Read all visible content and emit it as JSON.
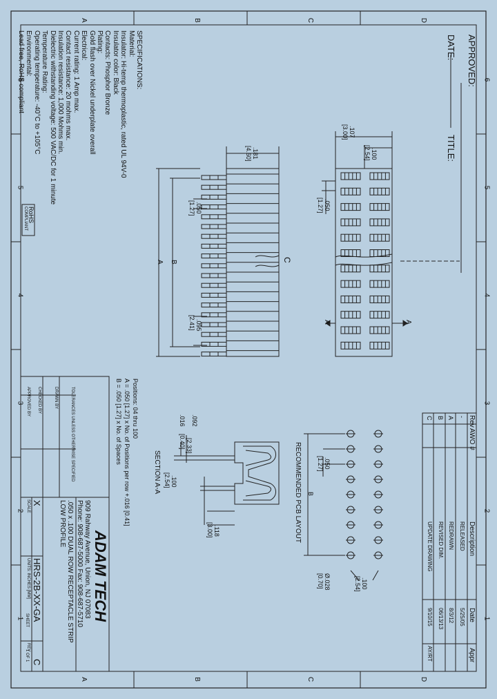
{
  "zones": {
    "letters_top": [
      "A",
      "B",
      "C",
      "D"
    ],
    "letters_bottom": [
      "A",
      "B",
      "C",
      "D"
    ],
    "numbers_left": [
      "6",
      "5",
      "4",
      "3",
      "2",
      "1"
    ],
    "numbers_right": [
      "6",
      "5",
      "4",
      "3",
      "2",
      "1"
    ]
  },
  "approval": {
    "approved": "APPROVED:",
    "date": "DATE:",
    "title": "TITLE:"
  },
  "revision_table": {
    "headers": [
      "Rev",
      "AWO #",
      "Description",
      "Date",
      "Appr"
    ],
    "rows": [
      [
        "-",
        "",
        "RELEASED",
        "5/25/05",
        ""
      ],
      [
        "A",
        "",
        "REDRAWN",
        "8/3/12",
        ""
      ],
      [
        "B",
        "",
        "REVISED DIM.",
        "06/13/13",
        ""
      ],
      [
        "C",
        "",
        "UPDATE DRAWING",
        "9/10/15",
        "AY/RT"
      ]
    ]
  },
  "specifications": [
    "SPECIFICATIONS:",
    "Material:",
    "Insulator: Hi-temp thermoplastic, rated UL 94V-0",
    "Insulator color: Black",
    "Contacts: Phosphor Bronze",
    "Plating:",
    "Gold flash over Nickel underplate overall",
    "Electrical:",
    "Current rating: 1 Amp max.",
    "Contact resistance: 20 mohms max.",
    "Insulation resistance: 1,000 Mohms min.",
    "Dielectric withstanding voltage: 500 VAC/DC for 1 minute",
    "Temperature Rating:",
    "Operating temperature: -40°C to +105°C",
    "Environmental:",
    "Lead free, RoHS compliant"
  ],
  "rohs": {
    "line1": "RoHS",
    "line2": "COMPLIANT"
  },
  "dimensions": {
    "pitch_107": ".107",
    "pitch_107_mm": "[3.00]",
    "pitch_100": ".100",
    "pitch_100_mm": "[2.54]",
    "pitch_050": ".050",
    "pitch_050_mm": "[1.27]",
    "height_181": ".181",
    "height_181_mm": "[4.60]",
    "dim_050b": ".050",
    "dim_050b_mm": "[1.27]",
    "dim_095": ".095",
    "dim_095_mm": "[2.41]",
    "dim_a": "A",
    "dim_b": "B",
    "dim_c": "C",
    "section_a": "A",
    "pcb_050": ".050",
    "pcb_050_mm": "[1.27]",
    "pcb_100": ".100",
    "pcb_100_mm": "[2.54]",
    "pcb_028": "Ø.028",
    "pcb_028_mm": "[0.70]",
    "pcb_b": "B",
    "sec_092": ".092",
    "sec_092_mm": "[2.33]",
    "sec_016": ".016",
    "sec_016_mm": "[0.40]",
    "sec_100": ".100",
    "sec_100_mm": "[2.54]",
    "sec_118": ".118",
    "sec_118_mm": "[3.00]"
  },
  "labels": {
    "pcb_layout": "RECOMMENDED PCB LAYOUT",
    "section_aa": "SECTION A-A"
  },
  "positions_note": [
    "Positions: 04 thru 100",
    "A = .050 [1.27] x No. of Positions per row +.016 [0.41]",
    "B = .050 [1.27] x No. of Spaces"
  ],
  "title_block": {
    "company": "ADAM TECH",
    "address": "909 Rahway Avenue, Union, NJ 07083",
    "phone": "Phone: 908-687-5000 Fax: 908-687-5710",
    "desc1": ".050 x .100 DUAL ROW RECEPTACLE STRIP",
    "desc2": "LOW PROFILE",
    "part_no": "HRS-2B-XX-GA",
    "scale_label": "SCALE",
    "scale_val": "X",
    "rev_label": "REV",
    "rev_val": "C",
    "sheet_label": "SHEET",
    "sheet_val": "1 OF 1",
    "units": "UNITS: INCHES [MM]",
    "tol": "TOLERANCES UNLESS OTHERWISE SPECIFIED",
    "drawn": "DRAWN BY",
    "checked": "CHECKED BY",
    "approved": "APPROVED BY"
  }
}
